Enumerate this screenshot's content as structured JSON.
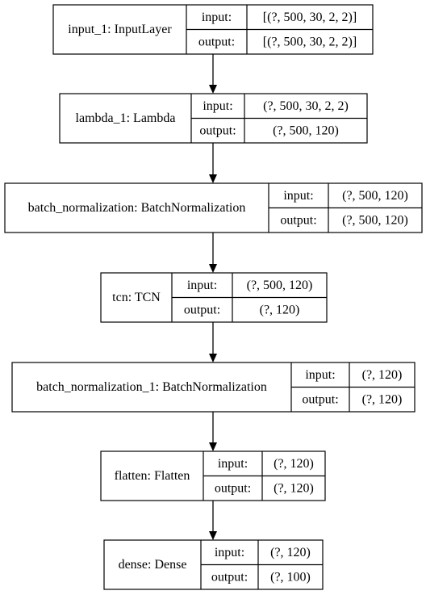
{
  "labels": {
    "input": "input:",
    "output": "output:"
  },
  "nodes": [
    {
      "name": "input_1: InputLayer",
      "input": "[(?, 500, 30, 2, 2)]",
      "output": "[(?, 500, 30, 2, 2)]"
    },
    {
      "name": "lambda_1: Lambda",
      "input": "(?, 500, 30, 2, 2)",
      "output": "(?, 500, 120)"
    },
    {
      "name": "batch_normalization: BatchNormalization",
      "input": "(?, 500, 120)",
      "output": "(?, 500, 120)"
    },
    {
      "name": "tcn: TCN",
      "input": "(?, 500, 120)",
      "output": "(?, 120)"
    },
    {
      "name": "batch_normalization_1: BatchNormalization",
      "input": "(?, 120)",
      "output": "(?, 120)"
    },
    {
      "name": "flatten: Flatten",
      "input": "(?, 120)",
      "output": "(?, 120)"
    },
    {
      "name": "dense: Dense",
      "input": "(?, 120)",
      "output": "(?, 100)"
    }
  ]
}
